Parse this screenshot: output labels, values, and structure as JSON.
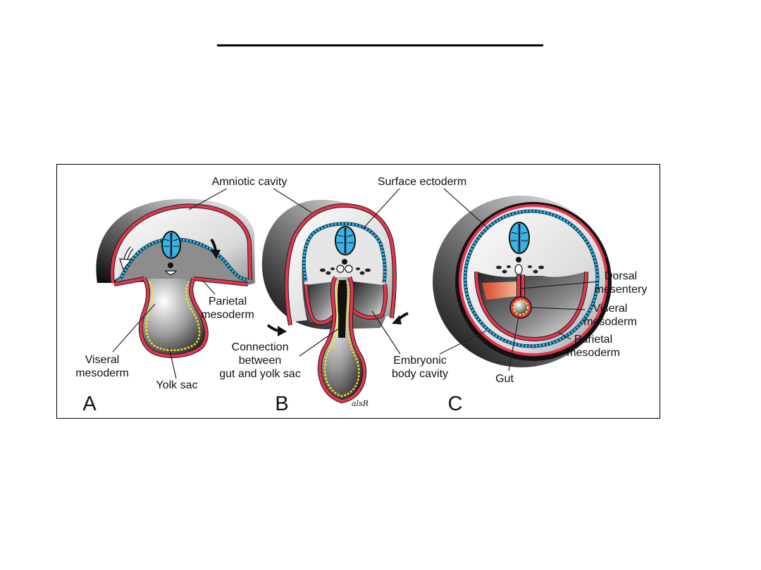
{
  "figure": {
    "labels": {
      "amniotic_cavity": "Amniotic cavity",
      "surface_ectoderm": "Surface ectoderm",
      "parietal_mesoderm_a": [
        "Parietal",
        "mesoderm"
      ],
      "viseral_mesoderm_a": [
        "Viseral",
        "mesoderm"
      ],
      "yolk_sac": "Yolk sac",
      "connection": [
        "Connection",
        "between",
        "gut and yolk sac"
      ],
      "embryonic_body_cavity": [
        "Embryonic",
        "body cavity"
      ],
      "dorsal_mesentery": [
        "Dorsal",
        "mesentery"
      ],
      "viseral_mesoderm_c": [
        "Viseral",
        "mesoderm"
      ],
      "parietal_mesoderm_c": [
        "Parietal",
        "mesoderm"
      ],
      "gut": "Gut"
    },
    "panels": [
      "A",
      "B",
      "C"
    ],
    "signature": "alsR"
  },
  "colors": {
    "mesoderm": "#e5364f",
    "ectoderm": "#38b4e6",
    "endoderm": "#f4e41c"
  }
}
